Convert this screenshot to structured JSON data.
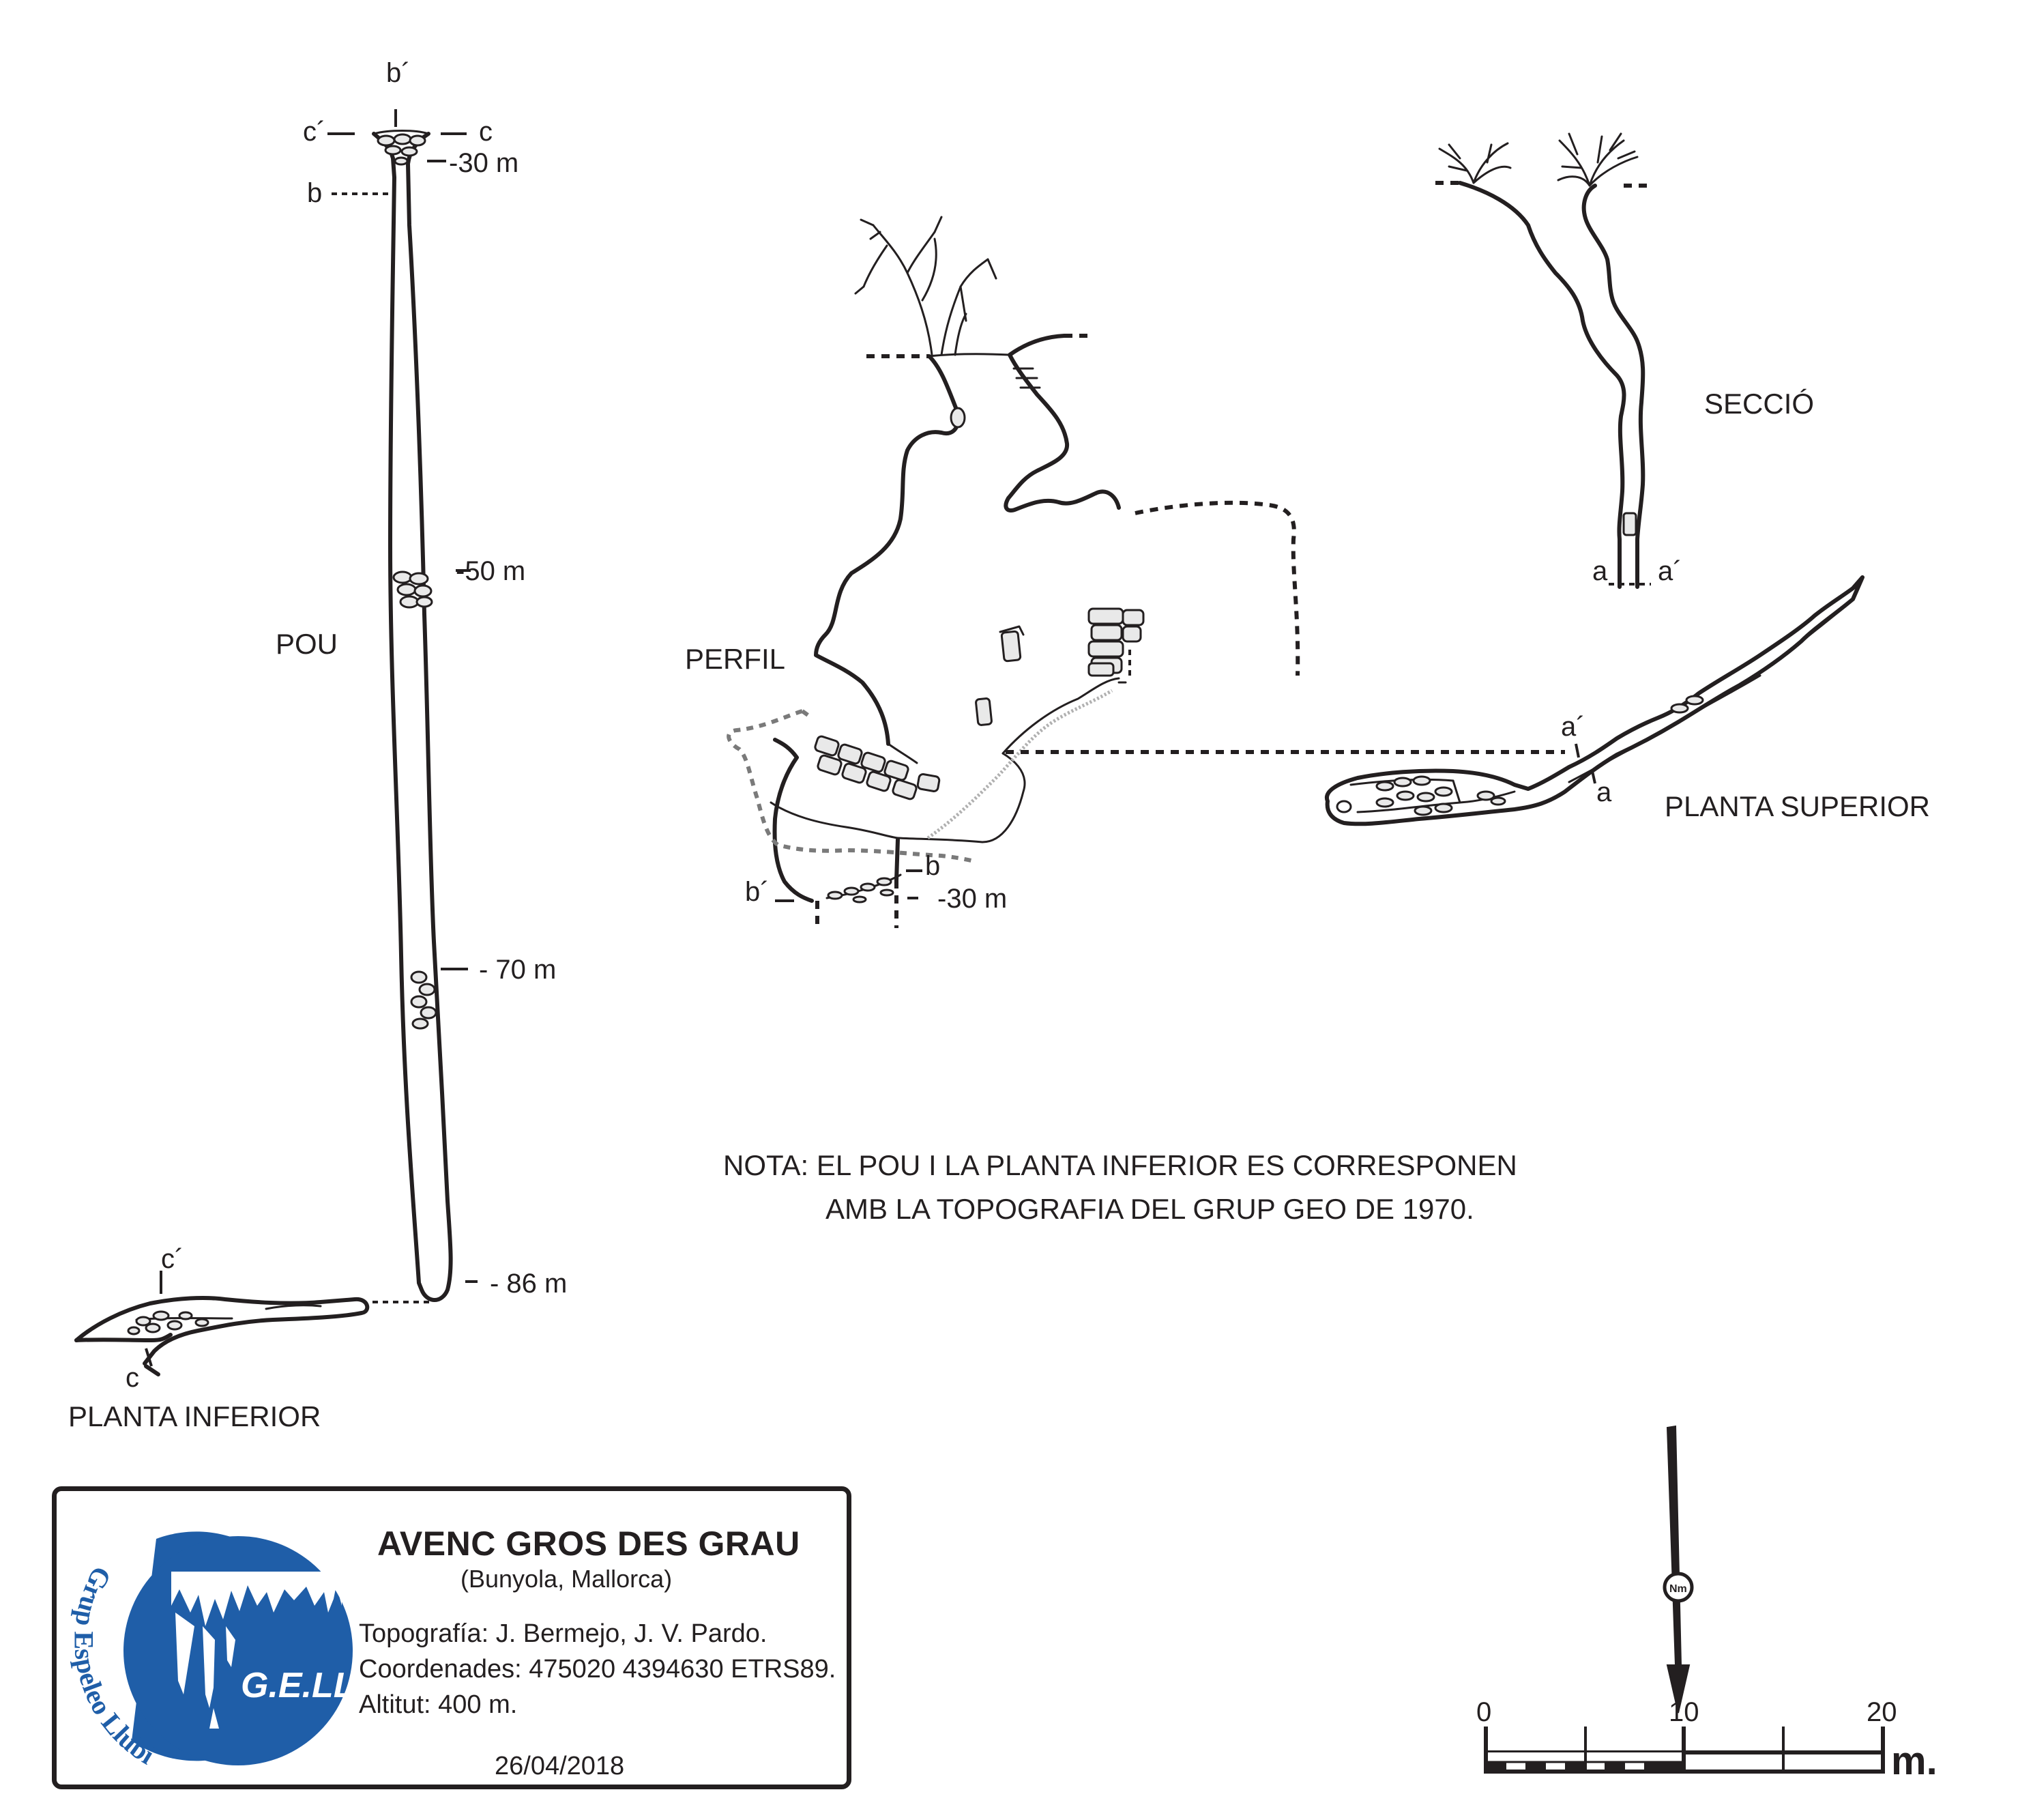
{
  "labels": {
    "pou": "POU",
    "perfil": "PERFIL",
    "seccio": "SECCIÓ",
    "planta_superior": "PLANTA SUPERIOR",
    "planta_inferior": "PLANTA INFERIOR"
  },
  "section_markers": {
    "b_prime": "b´",
    "c_prime": "c´",
    "c": "c",
    "b": "b",
    "a": "a",
    "a_prime": "a´"
  },
  "depths": {
    "d30": "-30 m",
    "d50": "-50 m",
    "d70": "- 70 m",
    "d86": "- 86 m",
    "perfil_30": "-30 m"
  },
  "nota": {
    "line1": "NOTA: EL POU I LA PLANTA INFERIOR ES CORRESPONEN",
    "line2": "AMB LA TOPOGRAFIA DEL GRUP GEO DE 1970."
  },
  "card": {
    "title": "AVENC GROS DES GRAU",
    "subtitle": "(Bunyola, Mallorca)",
    "topografia": "Topografía: J. Bermejo, J. V. Pardo.",
    "coordenades": "Coordenades: 475020 4394630 ETRS89.",
    "altitut": "Altitut: 400 m.",
    "date": "26/04/2018",
    "logo_text": "G.E.LL.",
    "logo_ring_text": "Grup Espeleo Llubí",
    "logo_color": "#1f5ea8"
  },
  "north_arrow": {
    "label": "Nm",
    "icon": "north-arrow-icon"
  },
  "scale_bar": {
    "ticks": [
      "0",
      "10",
      "20"
    ],
    "unit": "m."
  }
}
